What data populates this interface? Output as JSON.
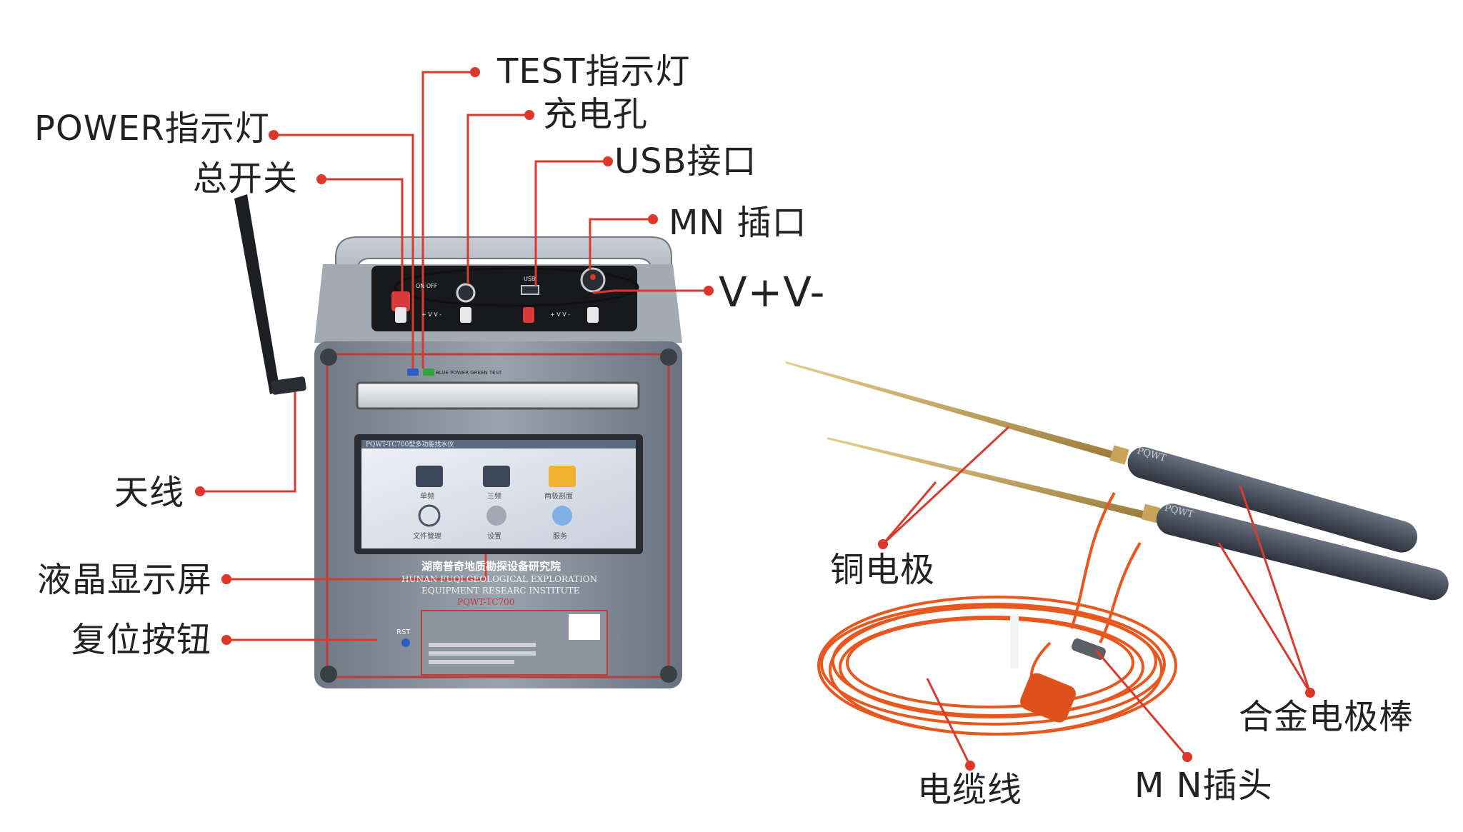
{
  "colors": {
    "callout_line": "#d93a2b",
    "callout_dot": "#e0362a",
    "device_body": "#7e8896",
    "cable": "#e8581e",
    "electrode_rod": "#c8a45a",
    "handle": "#4a5260"
  },
  "callouts": {
    "test_led": "TEST指示灯",
    "charge_port": "充电孔",
    "power_led": "POWER指示灯",
    "main_switch": "总开关",
    "usb_port": "USB接口",
    "mn_socket": "MN 插口",
    "v_terminals": "V+V-",
    "antenna": "天线",
    "lcd_screen": "液晶显示屏",
    "reset_button": "复位按钮",
    "copper_electrode": "铜电极",
    "alloy_electrode_rod": "合金电极棒",
    "cable": "电缆线",
    "mn_plug": "M N插头"
  },
  "device": {
    "panel_switch": "ON OFF",
    "panel_usb": "USB",
    "panel_vv_left": "+ V V -",
    "panel_vv_right": "+ V V -",
    "led_labels": "BLUE POWER      GREEN TEST",
    "screen_title": "PQWT-TC700型多功能找水仪",
    "menu_items": [
      "单频",
      "三频",
      "两极剖面",
      "文件管理",
      "设置",
      "服务"
    ],
    "maker_cn": "湖南普奇地质勘探设备研究院",
    "maker_en_1": "HUNAN FUQI GEOLOGICAL EXPLORATION",
    "maker_en_2": "EQUIPMENT RESEARC INSTITUTE",
    "model": "PQWT-TC700",
    "rst": "RST"
  },
  "electrode": {
    "brand": "PQWT"
  }
}
